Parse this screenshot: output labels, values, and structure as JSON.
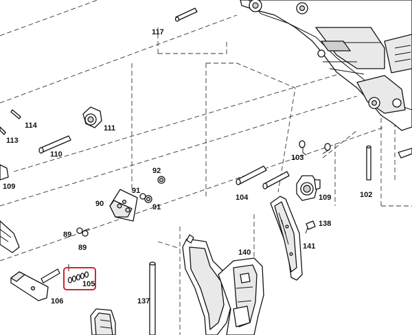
{
  "highlight_color": "#d3242b",
  "callouts": [
    {
      "id": "c117",
      "text": "117"
    },
    {
      "id": "c114",
      "text": "114"
    },
    {
      "id": "c113",
      "text": "113"
    },
    {
      "id": "c111",
      "text": "111"
    },
    {
      "id": "c110",
      "text": "110"
    },
    {
      "id": "c109a",
      "text": "109"
    },
    {
      "id": "c92",
      "text": "92"
    },
    {
      "id": "c103",
      "text": "103"
    },
    {
      "id": "c102",
      "text": "102"
    },
    {
      "id": "c104",
      "text": "104"
    },
    {
      "id": "c109b",
      "text": "109"
    },
    {
      "id": "c90",
      "text": "90"
    },
    {
      "id": "c91a",
      "text": "91"
    },
    {
      "id": "c91b",
      "text": "91"
    },
    {
      "id": "c138",
      "text": "138"
    },
    {
      "id": "c89a",
      "text": "89"
    },
    {
      "id": "c89b",
      "text": "89"
    },
    {
      "id": "c141",
      "text": "141"
    },
    {
      "id": "c140",
      "text": "140"
    },
    {
      "id": "c105",
      "text": "105"
    },
    {
      "id": "c106",
      "text": "106"
    },
    {
      "id": "c137",
      "text": "137"
    }
  ],
  "highlighted_part": "105"
}
